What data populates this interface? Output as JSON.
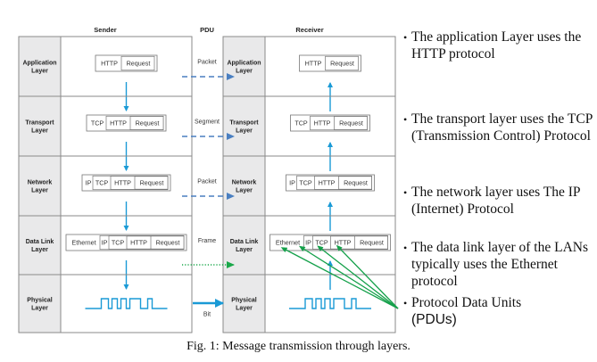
{
  "diagram": {
    "headers": {
      "sender": "Sender",
      "pdu": "PDU",
      "receiver": "Receiver"
    },
    "layers": [
      {
        "name": "Application",
        "label_line1": "Application",
        "label_line2": "Layer",
        "pdu": "Packet",
        "encapsulation": [
          "HTTP",
          "Request"
        ]
      },
      {
        "name": "Transport",
        "label_line1": "Transport",
        "label_line2": "Layer",
        "pdu": "Segment",
        "encapsulation": [
          "TCP",
          "HTTP",
          "Request"
        ]
      },
      {
        "name": "Network",
        "label_line1": "Network",
        "label_line2": "Layer",
        "pdu": "Packet",
        "encapsulation": [
          "IP",
          "TCP",
          "HTTP",
          "Request"
        ]
      },
      {
        "name": "Data Link",
        "label_line1": "Data Link",
        "label_line2": "Layer",
        "pdu": "Frame",
        "encapsulation": [
          "Ethernet",
          "IP",
          "TCP",
          "HTTP",
          "Request"
        ]
      },
      {
        "name": "Physical",
        "label_line1": "Physical",
        "label_line2": "Layer",
        "pdu": "Bit",
        "encapsulation": []
      }
    ],
    "colors": {
      "flow_arrow": "#1a9ad6",
      "dashed_arrow": "#4a7fc1",
      "dotted_arrow": "#1aa84a",
      "pointer_lines": "#14a04a",
      "label_column": "#e9e9ea",
      "grid_line": "#8a8a8a"
    }
  },
  "bullets": [
    {
      "text": "The application Layer uses the HTTP protocol"
    },
    {
      "text": "The transport layer uses the TCP (Transmission Control) Protocol"
    },
    {
      "text": "The network layer uses The IP (Internet) Protocol"
    },
    {
      "text": "The data link layer of the LANs typically uses the Ethernet protocol"
    },
    {
      "text": "Protocol Data Units",
      "text_suffix": "(PDUs)"
    }
  ],
  "bullet_glyph": "•",
  "caption": "Fig. 1:  Message transmission through layers."
}
